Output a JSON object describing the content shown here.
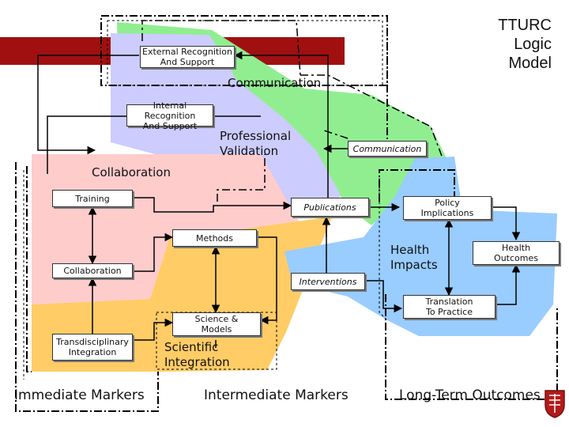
{
  "title": "TTURC\nLogic\nModel",
  "colors": {
    "header_bar": "#a01010",
    "green_region": "#90ee90",
    "lavender_region": "#ccccff",
    "pink_region": "#ffcccc",
    "orange_region": "#ffcc66",
    "blue_region": "#99ccff"
  },
  "regions": {
    "communication_top": "Communication",
    "professional_validation": "Professional\nValidation",
    "collaboration": "Collaboration",
    "health_impacts": "Health\nImpacts",
    "scientific_integration": "Scientific\nIntegration"
  },
  "boxes": {
    "external_recognition": "External Recognition\nAnd Support",
    "internal_recognition": "Internal Recognition\nAnd Support",
    "communication_box": "Communication",
    "training": "Training",
    "publications": "Publications",
    "policy_implications": "Policy\nImplications",
    "methods": "Methods",
    "health_outcomes": "Health\nOutcomes",
    "collaboration_box": "Collaboration",
    "interventions": "Interventions",
    "translation_to_practice": "Translation\nTo Practice",
    "science_models": "Science &\nModels",
    "transdisciplinary_integration": "Transdisciplinary\nIntegration"
  },
  "footer": {
    "immediate": "Immediate Markers",
    "intermediate": "Intermediate Markers",
    "long_term": "Long-Term Outcomes"
  },
  "logo": "university-seal-icon"
}
